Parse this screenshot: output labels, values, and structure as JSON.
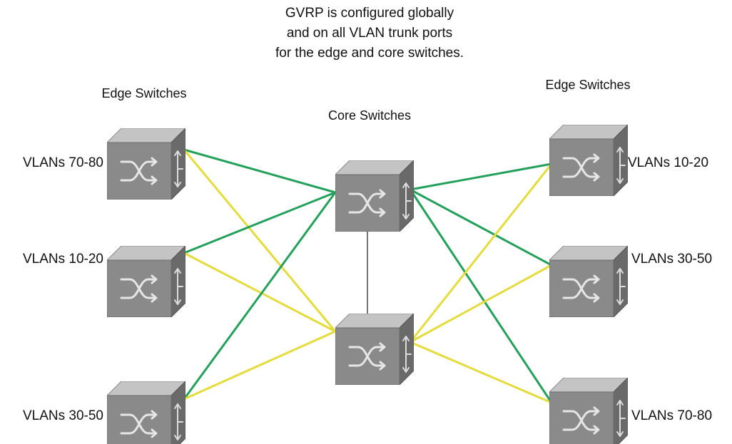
{
  "caption": [
    "GVRP is configured globally",
    "and on all VLAN trunk ports",
    "for the edge and core switches."
  ],
  "group_labels": {
    "left_edge": "Edge Switches",
    "core": "Core Switches",
    "right_edge": "Edge Switches"
  },
  "colors": {
    "green_link": "#23a05a",
    "yellow_link": "#e4dc3c",
    "core_interconnect": "#777777",
    "switch_front": "#8a8a8a",
    "switch_top": "#c4c4c4",
    "switch_side": "#6a6a6a"
  },
  "icons": {
    "switch_front_icon": "crossed-arrows-icon",
    "switch_side_icon": "vertical-arrows-icon"
  },
  "switches": [
    {
      "id": "edge-left-1",
      "role": "edge",
      "label": "VLANs 70-80"
    },
    {
      "id": "edge-left-2",
      "role": "edge",
      "label": "VLANs 10-20"
    },
    {
      "id": "edge-left-3",
      "role": "edge",
      "label": "VLANs 30-50"
    },
    {
      "id": "core-1",
      "role": "core",
      "label": ""
    },
    {
      "id": "core-2",
      "role": "core",
      "label": ""
    },
    {
      "id": "edge-right-1",
      "role": "edge",
      "label": "VLANs 10-20"
    },
    {
      "id": "edge-right-2",
      "role": "edge",
      "label": "VLANs 30-50"
    },
    {
      "id": "edge-right-3",
      "role": "edge",
      "label": "VLANs 70-80"
    }
  ],
  "links": [
    {
      "from": "edge-left-1",
      "to": "core-1",
      "color": "green"
    },
    {
      "from": "edge-left-1",
      "to": "core-2",
      "color": "yellow"
    },
    {
      "from": "edge-left-2",
      "to": "core-1",
      "color": "green"
    },
    {
      "from": "edge-left-2",
      "to": "core-2",
      "color": "yellow"
    },
    {
      "from": "edge-left-3",
      "to": "core-1",
      "color": "green"
    },
    {
      "from": "edge-left-3",
      "to": "core-2",
      "color": "yellow"
    },
    {
      "from": "core-1",
      "to": "core-2",
      "color": "gray"
    },
    {
      "from": "core-1",
      "to": "edge-right-1",
      "color": "green"
    },
    {
      "from": "core-1",
      "to": "edge-right-2",
      "color": "green"
    },
    {
      "from": "core-1",
      "to": "edge-right-3",
      "color": "green"
    },
    {
      "from": "core-2",
      "to": "edge-right-1",
      "color": "yellow"
    },
    {
      "from": "core-2",
      "to": "edge-right-2",
      "color": "yellow"
    },
    {
      "from": "core-2",
      "to": "edge-right-3",
      "color": "yellow"
    }
  ]
}
